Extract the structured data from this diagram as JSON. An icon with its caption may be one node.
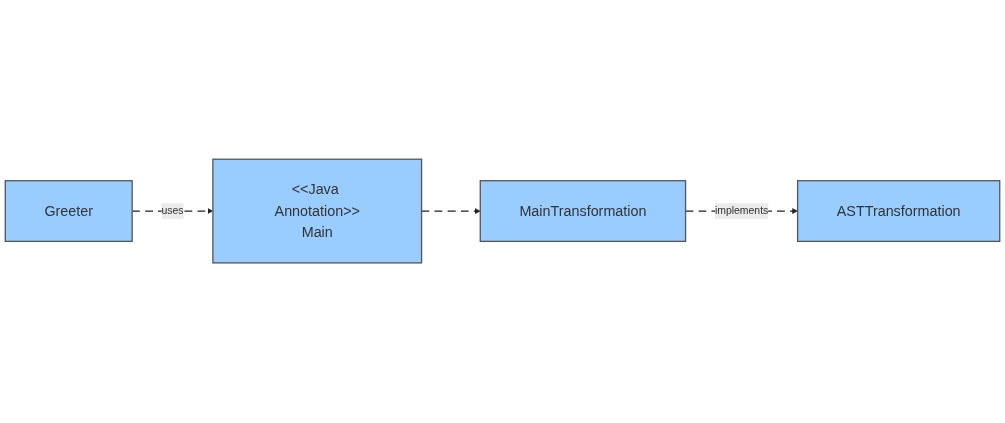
{
  "diagram": {
    "nodes": [
      {
        "text": [
          "Greeter"
        ]
      },
      {
        "text": [
          "ASTTransformation"
        ]
      },
      {
        "text": [
          "<<Java Annotation>>",
          "Main"
        ]
      },
      {
        "text": [
          "MainTransformation"
        ]
      }
    ],
    "edges": [
      {
        "from": 0,
        "to": 2,
        "arrow": "to",
        "label": "uses",
        "style": "dashed"
      },
      {
        "from": 3,
        "to": 1,
        "arrow": "to",
        "label": "implements",
        "style": "dashed"
      },
      {
        "from": 2,
        "to": 3,
        "arrow": "to",
        "style": "dashed"
      }
    ]
  }
}
